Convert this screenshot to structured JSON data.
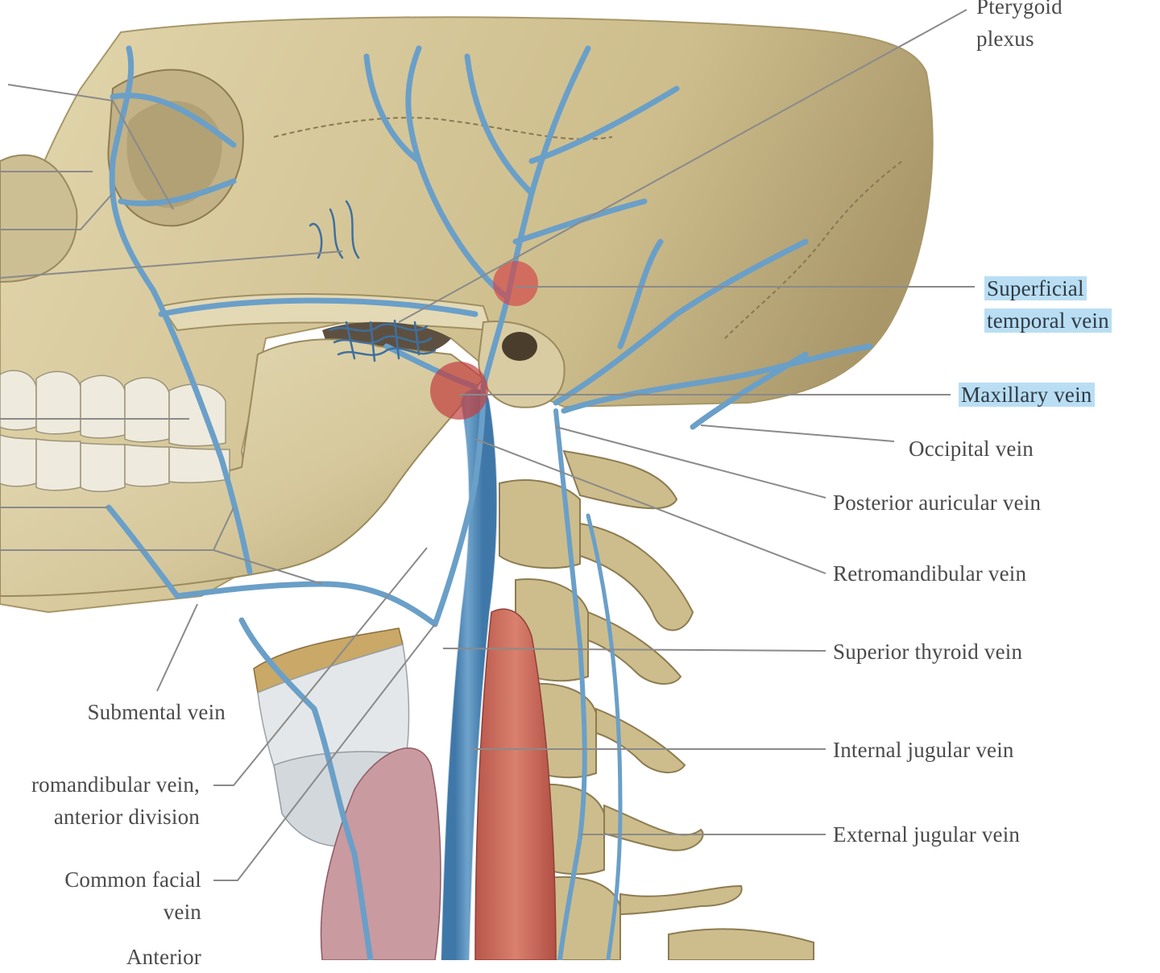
{
  "figure": {
    "subject": "Veins of the head and neck (lateral view)",
    "colors": {
      "background": "#ffffff",
      "bone": "#dccfa6",
      "bone_shadow": "#b8a878",
      "vein": "#6a9fc8",
      "vein_dark": "#3f78a8",
      "muscle": "#c8685a",
      "thyroid": "#c99aa0",
      "cartilage": "#d9dde0",
      "teeth": "#eeeadd",
      "highlight_marker": "#d24a4a",
      "label_text": "#4a4a4a",
      "leader_line": "#8a8a8a",
      "label_highlight": "#b9def3"
    }
  },
  "labels_right": [
    {
      "id": "pterygoid-plexus",
      "lines": [
        "Pterygoid",
        "plexus"
      ],
      "highlighted": false
    },
    {
      "id": "superficial-temporal-vein",
      "lines": [
        "Superficial",
        "temporal vein"
      ],
      "highlighted": true
    },
    {
      "id": "maxillary-vein",
      "lines": [
        "Maxillary vein"
      ],
      "highlighted": true
    },
    {
      "id": "occipital-vein",
      "lines": [
        "Occipital vein"
      ],
      "highlighted": false
    },
    {
      "id": "posterior-auricular-vein",
      "lines": [
        "Posterior auricular vein"
      ],
      "highlighted": false
    },
    {
      "id": "retromandibular-vein",
      "lines": [
        "Retromandibular vein"
      ],
      "highlighted": false
    },
    {
      "id": "superior-thyroid-vein",
      "lines": [
        "Superior thyroid vein"
      ],
      "highlighted": false
    },
    {
      "id": "internal-jugular-vein",
      "lines": [
        "Internal jugular vein"
      ],
      "highlighted": false
    },
    {
      "id": "external-jugular-vein",
      "lines": [
        "External jugular vein"
      ],
      "highlighted": false
    }
  ],
  "labels_left": [
    {
      "id": "submental-vein",
      "lines": [
        "Submental vein"
      ]
    },
    {
      "id": "retromandibular-anterior-division",
      "lines": [
        "romandibular vein,",
        "anterior division"
      ]
    },
    {
      "id": "common-facial-vein",
      "lines": [
        "Common facial",
        "vein"
      ]
    },
    {
      "id": "anterior-cut",
      "lines": [
        "Anterior"
      ]
    }
  ],
  "markers": [
    {
      "id": "marker-superficial-temporal",
      "target": "Superficial temporal vein"
    },
    {
      "id": "marker-maxillary",
      "target": "Maxillary vein"
    }
  ]
}
